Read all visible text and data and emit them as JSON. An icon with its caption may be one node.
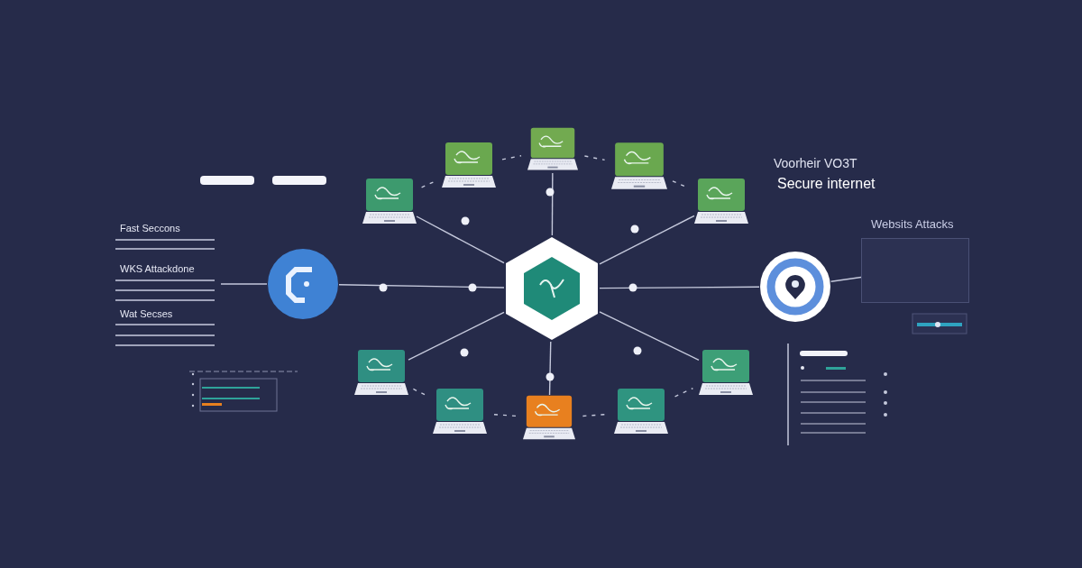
{
  "diagram": {
    "nodes": [
      {
        "text": [],
        "shape": "hexagon"
      },
      {
        "text": [],
        "shape": "circle"
      },
      {
        "text": [],
        "shape": "circle"
      },
      {
        "text": [],
        "shape": "laptop"
      },
      {
        "text": [],
        "shape": "laptop"
      },
      {
        "text": [],
        "shape": "laptop"
      },
      {
        "text": [],
        "shape": "laptop"
      },
      {
        "text": [],
        "shape": "laptop"
      },
      {
        "text": [],
        "shape": "laptop"
      },
      {
        "text": [],
        "shape": "laptop"
      },
      {
        "text": [],
        "shape": "laptop"
      },
      {
        "text": [],
        "shape": "laptop"
      },
      {
        "text": [],
        "shape": "laptop"
      },
      {
        "text": [
          "Websits Attacks"
        ]
      }
    ],
    "edges": [
      {
        "from": 1,
        "to": 0,
        "arrow": "none"
      },
      {
        "from": 0,
        "to": 2,
        "arrow": "none"
      },
      {
        "from": 0,
        "to": 5,
        "arrow": "none"
      },
      {
        "from": 0,
        "to": 3,
        "arrow": "none"
      },
      {
        "from": 0,
        "to": 7,
        "arrow": "none"
      },
      {
        "from": 0,
        "to": 8,
        "arrow": "none"
      },
      {
        "from": 0,
        "to": 12,
        "arrow": "none"
      },
      {
        "from": 0,
        "to": 10,
        "arrow": "none"
      },
      {
        "from": 2,
        "to": 13,
        "arrow": "none"
      },
      {
        "from": null,
        "to": 1,
        "arrow": "none"
      },
      {
        "from": 3,
        "to": 4,
        "arrow": "none",
        "style": "dashed"
      },
      {
        "from": 4,
        "to": 5,
        "arrow": "none",
        "style": "dashed"
      },
      {
        "from": 5,
        "to": 6,
        "arrow": "none",
        "style": "dashed"
      },
      {
        "from": 6,
        "to": 7,
        "arrow": "none",
        "style": "dashed"
      },
      {
        "from": 8,
        "to": 9,
        "arrow": "none",
        "style": "dashed"
      },
      {
        "from": 9,
        "to": 10,
        "arrow": "none",
        "style": "dashed"
      },
      {
        "from": 10,
        "to": 11,
        "arrow": "none",
        "style": "dashed"
      },
      {
        "from": 11,
        "to": 12,
        "arrow": "none",
        "style": "dashed"
      }
    ],
    "labels": [
      "Voorheir VO3T",
      "Secure internet",
      "Fast Seccons",
      "WKS Attackdone",
      "Wat Secses"
    ]
  }
}
